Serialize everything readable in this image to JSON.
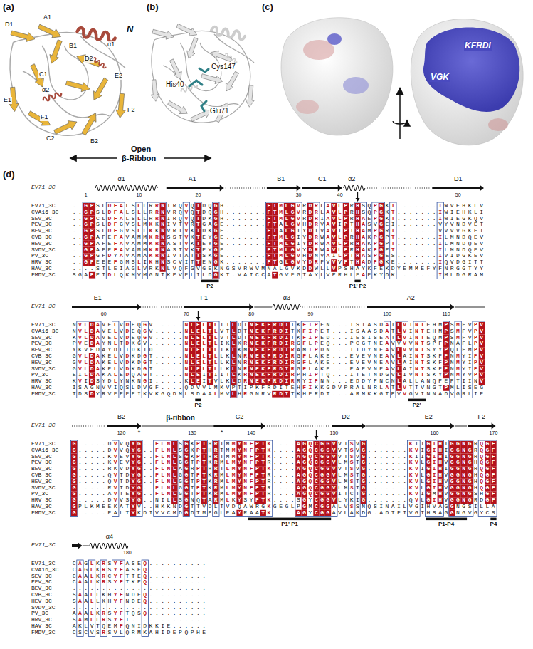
{
  "diagram": {
    "labels": [
      "(a)",
      "D1",
      "A1",
      "α1",
      "N",
      "B1",
      "C1",
      "E1",
      "F1",
      "α2",
      "D2",
      "E2",
      "F2",
      "C2",
      "B2",
      "(b)",
      "His40",
      "Cys147",
      "Glu71",
      "Open",
      "β-Ribbon",
      "(c)",
      "KFRDI",
      "VGK",
      "(d)",
      "EV71_3C",
      "α1",
      "A1",
      "B1",
      "C1",
      "α2",
      "D1",
      "1",
      "10",
      "20",
      "30",
      "40",
      "50",
      "EV71_3C",
      "..GPSLDFALSLLRRNIRQVQTDQGH.......FTMLGVRDRLAVLPRHSQPGKT.......IWVEHKLV",
      "CVA16_3C",
      "..GPSLDFALSLLRRNVRQVQTDQGH.......FTMLGVRDRLAVLPRHSQPGKT.......IWIEHKLI",
      "SEV_3C",
      "..GPCLDFALSLLRRNIRQVQTDKGH.......FTMLGVRDRIAVLPRHAEPGKT.......IWIEGKQV",
      "PEV_3C",
      "..GPSLDFGVSLMKKNIVTVRTGAGE.......FTALGVHDRVAVIPTHASVGEI.......VYVNDVET",
      "BEV_3C",
      "..GPSLDFGVSLLKKNVRTVKTDKGE.......FTALGIYDTVAVIPTHAMPGRT.......VVVVGKET",
      "CVB_3C",
      "..GPAFEFAVAMMKRNSSTVKTEYGE.......FTMLGIYDRWAVLPRHAKPGPT.......ILMNDQEV",
      "HEV_3C",
      "..GPAFEFAVAMMKRNASTVKTEYGE.......FTMLGIYDRWAVLPRHAKPGPT.......ILMNDQEV",
      "SVDV_3C",
      "..GPAFEFAVAMMKRNASTVKTEYGE.......FTMLGVYDRWAVLPRHAKPGPT.......ILMNDQEV",
      "PV_3C",
      "..GPGFDYAVAMAKRNIVTATTSKGE.......FTMLGVHDNVAILPTHASPGES.......IVIDGKEV",
      "HRV_3C",
      "..GPEEEFGMSLIKHNSCVITTENGK.......FTGLGVYDRFVVVPTHADPGKE.......IQVDGITT",
      "HAV_3C",
      "....STLEIAGLVRKNLVQFGVGEKNGSVRWVMNALGVKDDWLLVPSHAYKFEKDYEMMEFYFNRGGTYY",
      "FMDV_3C",
      "SGAPPTDLQKMVMGNTKPVELILDGKT.VAICCATGVFGTAYLVPRHLFAEKYDK.......IMLDGRAM",
      "P2",
      "P1' P2",
      "EV71_3C",
      "E1",
      "F1",
      "α3",
      "A2",
      "60",
      "70",
      "80",
      "90",
      "100",
      "110",
      "EV71_3C",
      "NVLDAVELVDEQGV.....NLELTLITLDTNEKFRDITKFIPEN...ISTASDATLVINTEHMPSMFVPV",
      "CVA16_3C",
      "NVLDAVELVDEQGV.....NLELTLVTLDTNEKFRDITKFIPET...ISAASDATLVINTEHMPSMFVPV",
      "SEV_3C",
      "KVLDAVELVDEQGV.....NLELTLVTLDTNEKFRDITKFIPED...IESISEATLVINTEQMPSMFVPV",
      "PEV_3C",
      "PVEDAYNLTDKGV......NLELTLIKLKRNEKFRDIRGFLPEQ...PCGTNEAVVVVNTSPFPNAFLPV",
      "BEV_3C",
      "YKVEDAYDLTDKTD.....NLELTLIKLKMNEKFRDIRAMIPDN...ITDYNEAVLVVNTSYYPQLFMPV",
      "CVB_3C",
      "GVLDAKELVDKDGT.....NLELTLLKLNRNEKFRDIRGFLAKE...EVEVNEAVLAINTSKFPNMYIPV",
      "HEV_3C",
      "GVLDAKELVDKDGT.....NLELTLLKLNRNEKFRDIRGFLAKE...EVEVNEAVLAINTSKFPNMYIPV",
      "SVDV_3C",
      "GVLDAKELVDKDGT.....NLELTLLKLNRNEKFRDIRGFLAKE...EAEVNEAVLAINTSKFPNMYIPV",
      "PV_3C",
      "EILDAKALEDQAGT.....NLEITIITLKRNEKFRDIRPHIPTQ...ITETNDGVLIVNTSKYPNMYVPV",
      "HRV_3C",
      "KVIDSYDLYNKNGI.....KLEITVLKLDRNEKFRDIRRYIPNN...EDDYPNCNLALLANQPEPTIINV",
      "HAV_3C",
      "ISAGNVVIQSLDVGF....QDVVLMKVPTIPKFRDITEHFIKKGDVPRALNRLATLVTTVNGTPMLISEG",
      "FMDV_3C",
      "TDSDYRVFEFEIKVKGQDMLSDAALMVLHRGNRVRDITKHFRDT...ARMKKGTPVVGVINNADVGRLIF",
      "P2",
      "P2'",
      "EV71_3C",
      "B2",
      "β-ribbon",
      "C2",
      "D2",
      "E2",
      "F2",
      "120",
      "130",
      "140",
      "150",
      "160",
      "170",
      "*",
      "*",
      "EV71_3C",
      "G.....DVVQYG..FLNLSGKPTHRTMMYNFPTK....AGQCGGVVTSVG.......KIIGIHIGGNGRQGF",
      "CVA16_3C",
      "G.....DVVQYG..FLNLSGKPTHRTMMYNFPTK....AGQCGGVVTSVG.......KVIGIHIGGNGRQGF",
      "SEV_3C",
      "G.....KVEVYG..FLNLSGKPTHRTMMYNFPTK....AGQCGGVVTSVG.......KIIGIHIGGNGRQGF",
      "PEV_3C",
      "G.....KVEVYG..FLNLGGTPTKRMLMYNFPTR....AGQCGGVLMSTG.......KVLGIHVGGNGHQGF",
      "BEV_3C",
      "G.....RKVDYG..FLNLAGRPTHRTLMYNFPTK....AGQCGGVVTSVG.......KVIGIHIGGNGRQGF",
      "CVB_3C",
      "G.....QVTDYG..FLNLGGTPTKRMLMYNFPTR....AGQCGGVLMSTG.......KVLGIHVGGNGHQGF",
      "HEV_3C",
      "G.....QVTDYG..FLNLGGTPTKRMLMYNFPTR....AGQCGGVLMSTG.......KVLGIHVGGNGHQGF",
      "SVDV_3C",
      "G.....RVTDYG..FLNLGGTPTKRMLMYNFPTR....AGQCGGVLMSTG.......KVLGIHVGGNGHQGF",
      "PV_3C",
      "G.....AVTEYG..FLNLGGTPTKRMLMYNFPTR....AGQCGGVITCTG.......KVIGMHVGGNGSHGF",
      "HRV_3C",
      "G.....DVVSYG..NILLSGNQTARMLKYSYPTK....SGYCGGVLYKIG.......QVLGIHVGGNGRDGF",
      "HAV_3C",
      "GPLKMEEKATYV..HKKNDGTTVDLTVDQAWRGKGEGLPGMCGGALVSSNQSINAILVGIHVAGGNGSILLA",
      "FMDV_3C",
      "G.....EALTYKDIVVCMDGDTMPGLFAYRAATK....AGYCGGAVLAKDG.ADTFIVGTHSAGGNGVGYCS",
      "P1' P1",
      "P1-P4",
      "P4",
      "EV71_3C",
      "α4",
      "180",
      "EV71_3C",
      "CAGLKRSYFASEQ..........",
      "CVA16_3C",
      "CAGLKRSYFASEQ..........",
      "SEV_3C",
      "CAALKRCYFTTEQ..........",
      "PEV_3C",
      "CAALKRSYFTKPQ..........",
      "BEV_3C",
      ".......................",
      "CVB_3C",
      "SAALLKHYFNDEQ..........",
      "HEV_3C",
      "SAALLKHYFNDEQ..........",
      "SVDV_3C",
      ".......................",
      "PV_3C",
      "AAALKRSYFTQSQ..........",
      "HRV_3C",
      "SAMLLRSYFT.............",
      "HAV_3C",
      "AKLVTQEMFQNIDKKIE......",
      "FMDV_3C",
      "CSCVSRSVLQRMKAHIDEPQPHE"
    ]
  }
}
